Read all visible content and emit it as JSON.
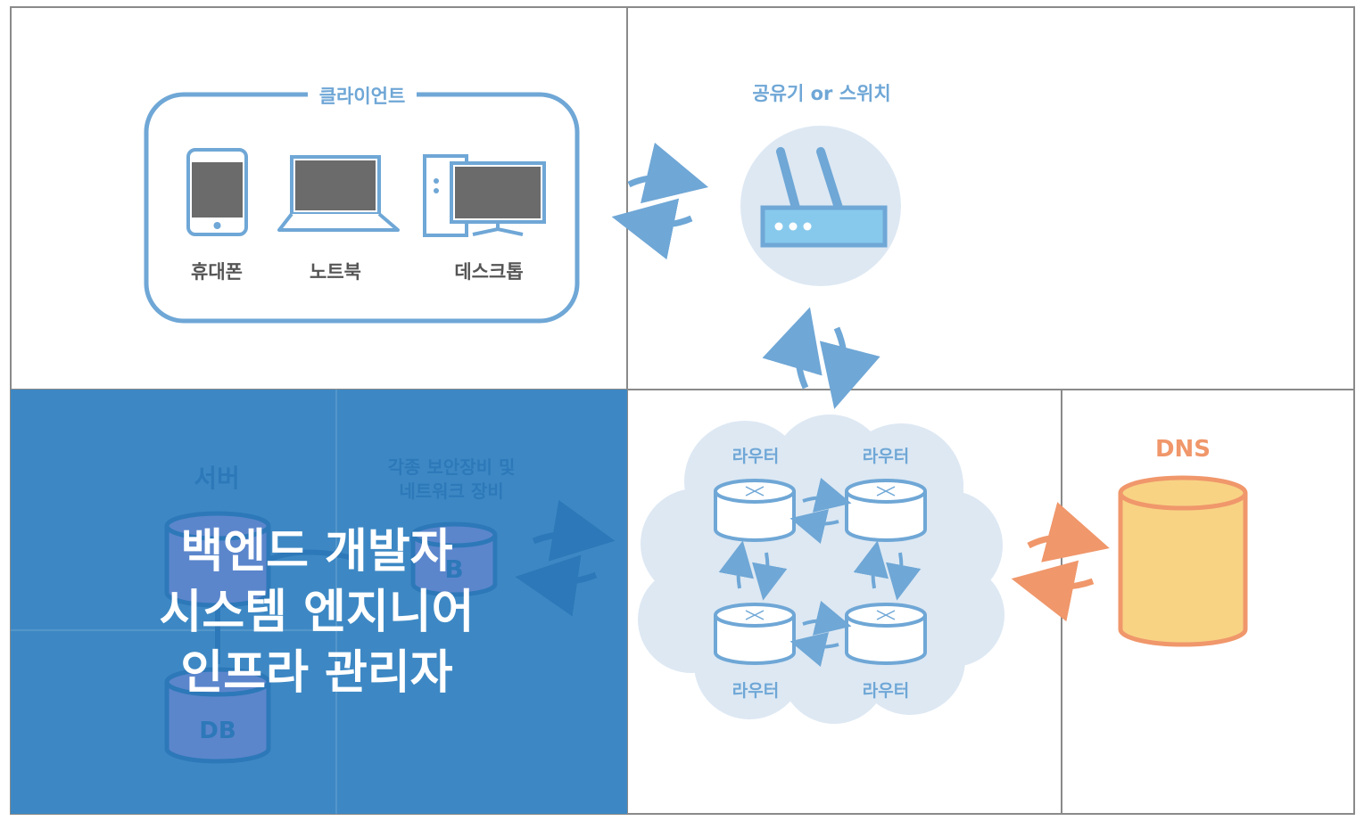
{
  "client_group": {
    "title": "클라이언트",
    "devices": [
      {
        "label": "휴대폰",
        "icon": "phone-icon"
      },
      {
        "label": "노트북",
        "icon": "laptop-icon"
      },
      {
        "label": "데스크톱",
        "icon": "desktop-icon"
      }
    ]
  },
  "switch": {
    "label": "공유기 or 스위치",
    "icon": "router-icon"
  },
  "server_panel": {
    "server_label": "서버",
    "security_label_line1": "각종 보안장비 및",
    "security_label_line2": "네트워크 장비",
    "db_label": "DB",
    "db_label_2": "B"
  },
  "router_cloud": {
    "routers": [
      "라우터",
      "라우터",
      "라우터",
      "라우터"
    ]
  },
  "dns": {
    "label": "DNS"
  },
  "overlay": {
    "lines": [
      "백엔드 개발자",
      "시스템 엔지니어",
      "인프라 관리자"
    ]
  },
  "colors": {
    "blue": "#6fa7d6",
    "light_blue_bg": "#dde8f3",
    "panel_blue": "#3d88c4",
    "orange": "#f0976b",
    "db_fill": "#f8d384",
    "grid": "#8a8a8a"
  }
}
